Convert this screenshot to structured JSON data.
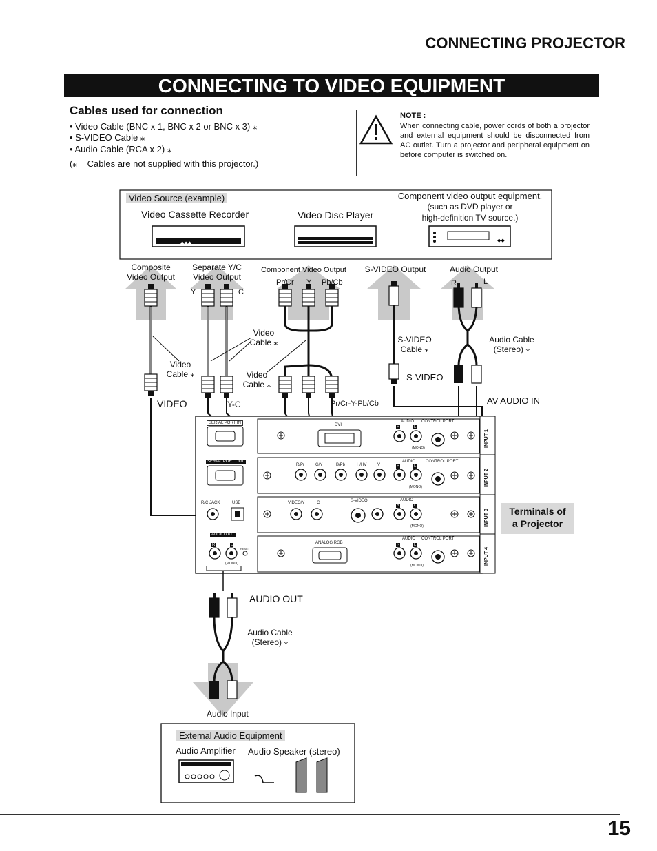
{
  "header": {
    "section_title": "CONNECTING PROJECTOR",
    "main_title": "CONNECTING TO VIDEO EQUIPMENT"
  },
  "cables": {
    "title": "Cables used for connection",
    "items": [
      "• Video Cable (BNC x 1, BNC x 2 or BNC x 3) ⁎",
      "• S-VIDEO Cable ⁎",
      "• Audio Cable (RCA x 2) ⁎"
    ],
    "footnote": "(⁎ = Cables are not supplied with this projector.)"
  },
  "note": {
    "heading": "NOTE   :",
    "text": "When connecting cable, power cords of both a projector and external equipment should be disconnected from AC outlet.  Turn a projector and peripheral equipment on before computer is switched on."
  },
  "source_box": {
    "label": "Video Source (example)",
    "vcr": "Video Cassette Recorder",
    "vdp": "Video Disc Player",
    "component_title": "Component video output equipment.",
    "component_sub1": "(such as DVD player or",
    "component_sub2": "high-definition TV source.)"
  },
  "outputs": {
    "composite": "Composite\nVideo Output",
    "separate": "Separate Y/C\nVideo Output",
    "y": "Y",
    "c": "C",
    "component": "Component Video Output",
    "pr": "Pr/Cr",
    "cy": "Y",
    "pb": "Pb/Cb",
    "svideo": "S-VIDEO Output",
    "audio": "Audio Output",
    "r": "R",
    "l": "L"
  },
  "cable_labels": {
    "video_cable_a": "Video\nCable ⁎",
    "video_cable_b": "Video\nCable ⁎",
    "video_cable_c": "Video\nCable ⁎",
    "svideo_cable": "S-VIDEO\nCable ⁎",
    "audio_cable_top": "Audio Cable\n(Stereo) ⁎",
    "audio_cable_bottom": "Audio Cable\n(Stereo) ⁎"
  },
  "inputs": {
    "video": "VIDEO",
    "yc": "Y-C",
    "component": "Pr/Cr-Y-Pb/Cb",
    "svideo": "S-VIDEO",
    "av_audio": "AV AUDIO IN",
    "audio_out": "AUDIO OUT",
    "audio_input": "Audio Input"
  },
  "panel": {
    "serial_in": "SERIAL PORT IN",
    "serial_out": "SERIAL PORT OUT",
    "rc_jack": "R/C JACK",
    "usb": "USB",
    "audio_out": "AUDIO OUT",
    "reset": "RESET",
    "mono": "(MONO)",
    "dvi": "DVI",
    "audio": "AUDIO",
    "control_port": "CONTROL PORT",
    "r": "R",
    "l": "L",
    "rpr": "R/Pr",
    "gy": "G/Y",
    "bpb": "B/Pb",
    "hhv": "H/HV",
    "v": "V",
    "video_y": "VIDEO/Y",
    "c": "C",
    "svideo": "S-VIDEO",
    "analog_rgb": "ANALOG RGB",
    "input1": "INPUT 1",
    "input2": "INPUT 2",
    "input3": "INPUT 3",
    "input4": "INPUT 4"
  },
  "terminals": "Terminals of\na Projector",
  "external": {
    "label": "External Audio Equipment",
    "amplifier": "Audio Amplifier",
    "speaker": "Audio Speaker (stereo)"
  },
  "page_number": "15"
}
